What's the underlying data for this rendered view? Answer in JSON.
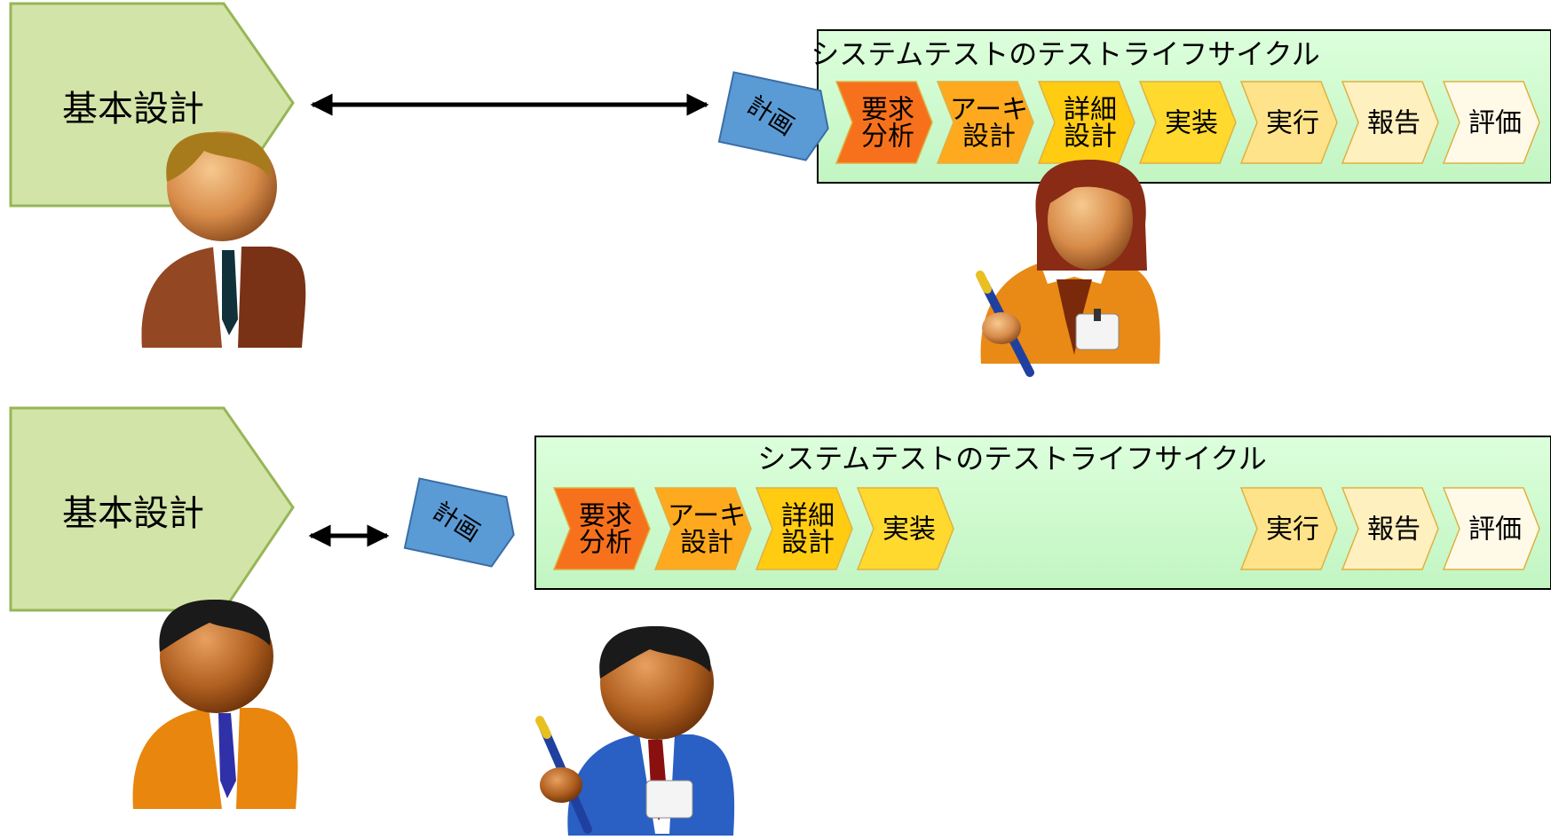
{
  "top": {
    "basic_design": "基本設計",
    "planning": "計画",
    "lifecycle_title": "システムテストのテストライフサイクル",
    "phases": [
      {
        "lines": [
          "要求",
          "分析"
        ],
        "color": "#f7711c"
      },
      {
        "lines": [
          "アーキ",
          "設計"
        ],
        "color": "#ffaa1e"
      },
      {
        "lines": [
          "詳細",
          "設計"
        ],
        "color": "#ffcc11"
      },
      {
        "lines": [
          "実装"
        ],
        "color": "#ffd92e"
      },
      {
        "lines": [
          "実行"
        ],
        "color": "#ffe38a"
      },
      {
        "lines": [
          "報告"
        ],
        "color": "#fff0c0"
      },
      {
        "lines": [
          "評価"
        ],
        "color": "#fff9e8"
      }
    ]
  },
  "bottom": {
    "basic_design": "基本設計",
    "planning": "計画",
    "lifecycle_title": "システムテストのテストライフサイクル",
    "phases_left": [
      {
        "lines": [
          "要求",
          "分析"
        ],
        "color": "#f7711c"
      },
      {
        "lines": [
          "アーキ",
          "設計"
        ],
        "color": "#ffaa1e"
      },
      {
        "lines": [
          "詳細",
          "設計"
        ],
        "color": "#ffcc11"
      },
      {
        "lines": [
          "実装"
        ],
        "color": "#ffd92e"
      }
    ],
    "phases_right": [
      {
        "lines": [
          "実行"
        ],
        "color": "#ffe38a"
      },
      {
        "lines": [
          "報告"
        ],
        "color": "#fff0c0"
      },
      {
        "lines": [
          "評価"
        ],
        "color": "#fff9e8"
      }
    ]
  },
  "colors": {
    "basic_design_fill": "#d3e4a9",
    "basic_design_stroke": "#97b656",
    "lifecycle_box": "#ccffcc",
    "planning_fill": "#5b9bd5",
    "person1_suit": "#7a3216",
    "person2_suit": "#e88a15",
    "person3_suit": "#e8860e",
    "person4_suit": "#2a5fc4"
  }
}
